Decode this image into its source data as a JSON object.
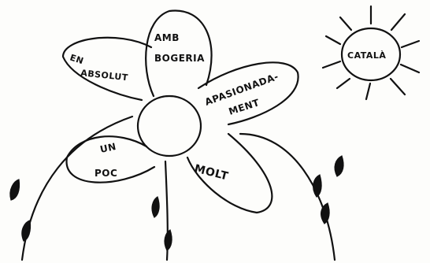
{
  "petals": {
    "en": "EN",
    "absolut": "ABSOLUT",
    "amb": "AMB",
    "bogeria": "BOGERIA",
    "apasionada": "APASIONADA-",
    "ment": "MENT",
    "un": "UN",
    "poc": "POC",
    "molt": "MOLT"
  },
  "sun": {
    "label": "CATALÀ"
  }
}
